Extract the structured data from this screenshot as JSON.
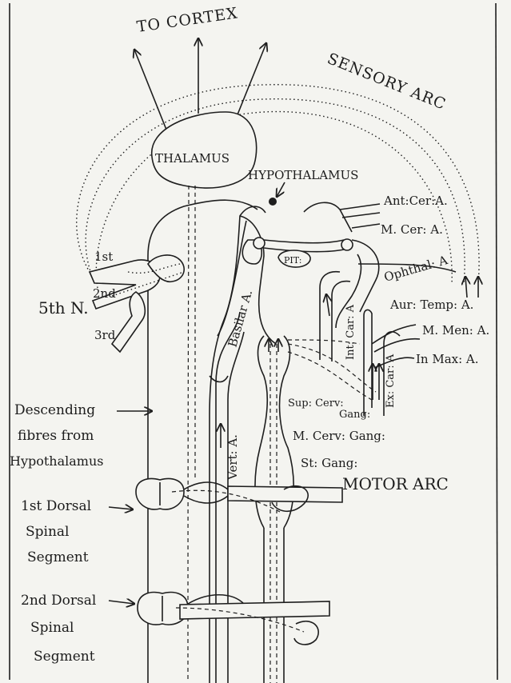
{
  "labels": {
    "to_cortex": "TO CORTEX",
    "sensory_arc": "SENSORY ARC",
    "thalamus": "THALAMUS",
    "hypothalamus": "HYPOTHALAMUS",
    "ant_cer_a": "Ant:Cer:A.",
    "m_cer_a": "M. Cer: A.",
    "ophthal_a": "Ophthal: A",
    "pit": "PIT:",
    "basilar_a": "Basilar A.",
    "int_car_a": "Int: Car: A",
    "aur_temp_a": "Aur: Temp: A.",
    "m_men_a": "M. Men: A.",
    "in_max_a": "In Max: A.",
    "ex_car_a": "Ex: Car: A",
    "sup_cerv_gang_1": "Sup: Cerv:",
    "sup_cerv_gang_2": "Gang:",
    "m_cerv_gang": "M. Cerv: Gang:",
    "st_gang": "St: Gang:",
    "motor_arc": "MOTOR ARC",
    "vert_a": "Vert: A.",
    "n5_1st": "1st",
    "n5_2nd": "2nd",
    "n5_3rd": "3rd",
    "fifth_n": "5th N.",
    "descending_1": "Descending",
    "descending_2": "fibres from",
    "descending_3": "Hypothalamus",
    "dorsal1_1": "1st Dorsal",
    "dorsal1_2": "Spinal",
    "dorsal1_3": "Segment",
    "dorsal2_1": "2nd Dorsal",
    "dorsal2_2": "Spinal",
    "dorsal2_3": "Segment"
  },
  "colors": {
    "ink": "#1e1e1e",
    "paper": "#f4f4f0"
  }
}
